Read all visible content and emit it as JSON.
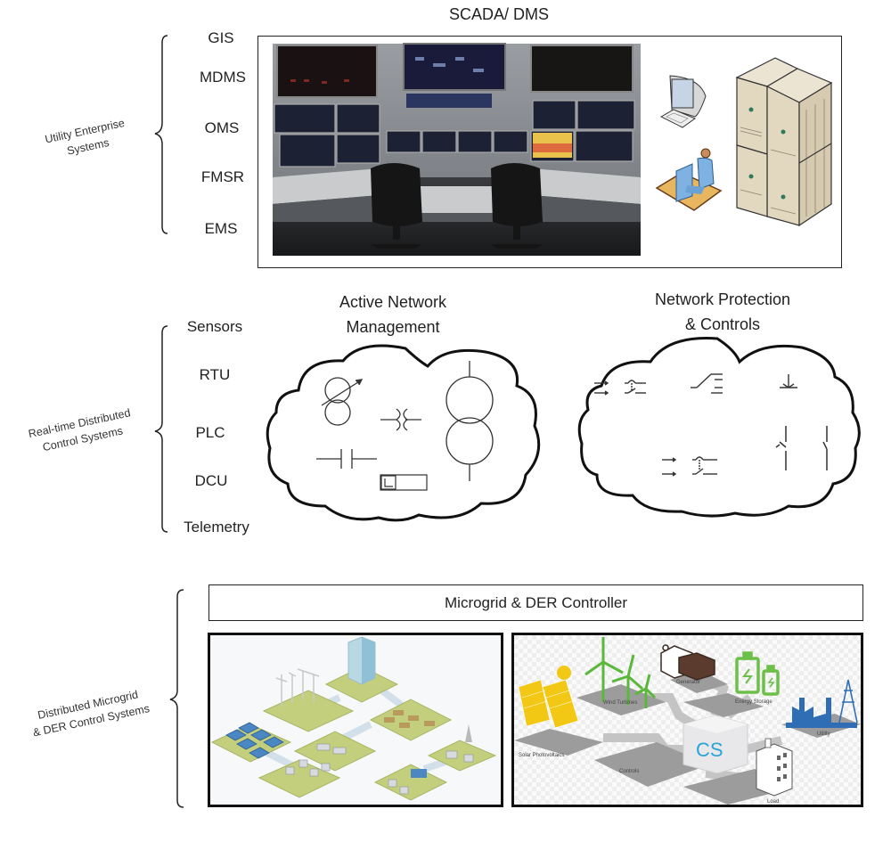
{
  "tier1": {
    "group_label_line1": "Utility Enterprise",
    "group_label_line2": "Systems",
    "title": "SCADA/ DMS",
    "items": [
      "GIS",
      "MDMS",
      "OMS",
      "FMSR",
      "EMS"
    ],
    "images": {
      "control_room": "control-room-photo",
      "workstation": "computer-workstation-icon",
      "operator": "operator-at-desk-icon",
      "servers": "server-rack-icon"
    }
  },
  "tier2": {
    "group_label_line1": "Real-time Distributed",
    "group_label_line2": "Control Systems",
    "items": [
      "Sensors",
      "RTU",
      "PLC",
      "DCU",
      "Telemetry"
    ],
    "cloud1": {
      "title_line1": "Active Network",
      "title_line2": "Management",
      "symbols": [
        "variable-transformer-symbol",
        "reactor-symbol",
        "transformer-symbol",
        "capacitor-symbol",
        "meter-symbol"
      ]
    },
    "cloud2": {
      "title_line1": "Network Protection",
      "title_line2": "& Controls",
      "symbols": [
        "double-pole-switch-symbol",
        "selector-switch-symbol",
        "ground-symbol",
        "pushbutton-switch-symbols"
      ]
    }
  },
  "tier3": {
    "group_label_line1": "Distributed Microgrid",
    "group_label_line2": "& DER Control Systems",
    "controller_label": "Microgrid & DER Controller",
    "left_image": "microgrid-isometric-illustration",
    "right_image": {
      "center_logo": "CS",
      "nodes": [
        "Solar Photovoltaics",
        "Wind Turbines",
        "Generator",
        "Energy Storage",
        "Utility",
        "Controls",
        "Load"
      ]
    },
    "colors": {
      "solar": "#f3c814",
      "wind": "#5cb83a",
      "battery": "#6cc04a",
      "utility": "#2f6eb5",
      "generator": "#5b3b2e",
      "logo_blue": "#2aa3d8",
      "pad_gray": "#9c9c9c"
    }
  }
}
